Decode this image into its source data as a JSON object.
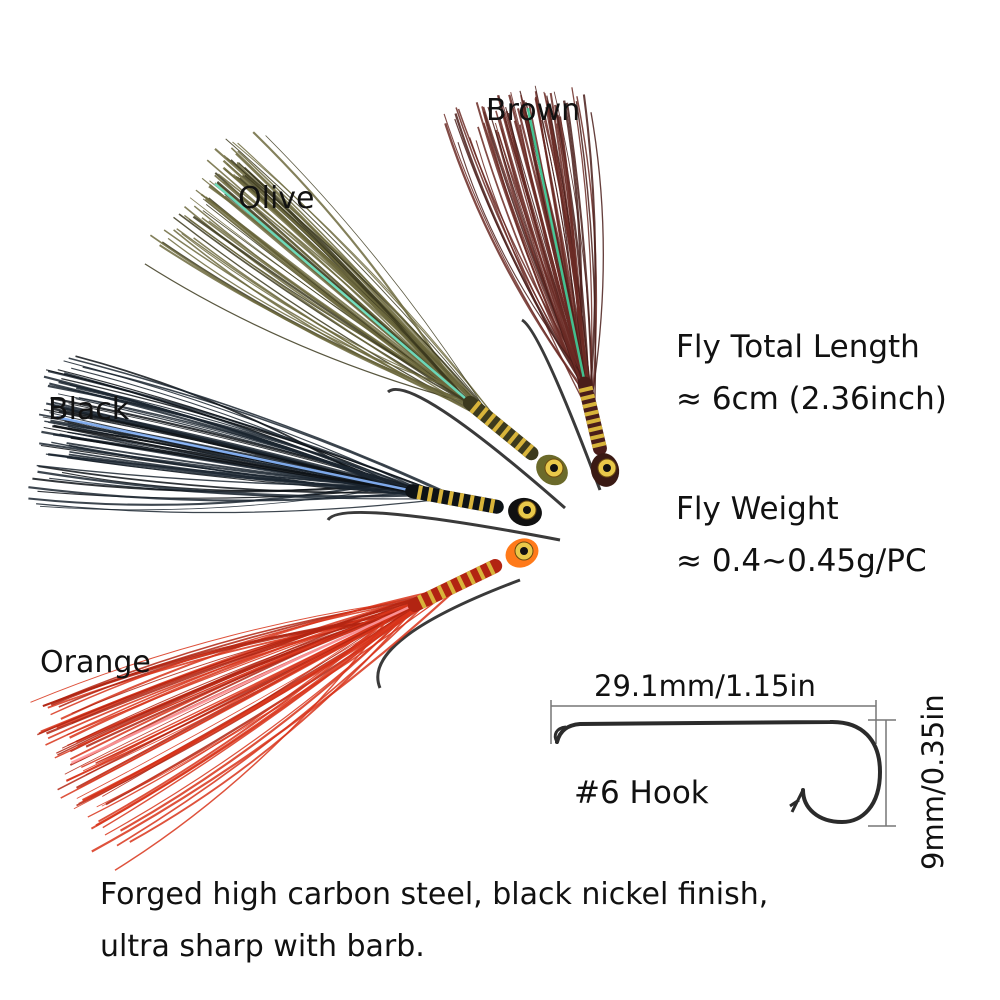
{
  "flies": [
    {
      "name": "Brown",
      "colors": {
        "body": "#4a1d1a",
        "hair": "#6b2a24",
        "flash": "#3fcf9a",
        "head": "#3a1a14"
      }
    },
    {
      "name": "Olive",
      "colors": {
        "body": "#3c3a1e",
        "hair": "#6d6a3e",
        "flash": "#6fe6c8",
        "head": "#6b6a2a"
      }
    },
    {
      "name": "Black",
      "colors": {
        "body": "#0d1216",
        "hair": "#1b2630",
        "flash": "#8ab8ff",
        "head": "#111111"
      }
    },
    {
      "name": "Orange",
      "colors": {
        "body": "#b22412",
        "hair": "#d8341a",
        "flash": "#ff9aa0",
        "head": "#ff7a1a"
      }
    }
  ],
  "specs": {
    "length_title": "Fly Total Length",
    "length_value": "≈ 6cm (2.36inch)",
    "weight_title": "Fly Weight",
    "weight_value": "≈ 0.4~0.45g/PC"
  },
  "hook": {
    "width_label": "29.1mm/1.15in",
    "height_label": "9mm/0.35in",
    "size_label": "#6 Hook",
    "color": "#2b2b2b"
  },
  "footer": {
    "line1": "Forged high carbon steel, black nickel finish,",
    "line2": "ultra sharp with barb."
  }
}
